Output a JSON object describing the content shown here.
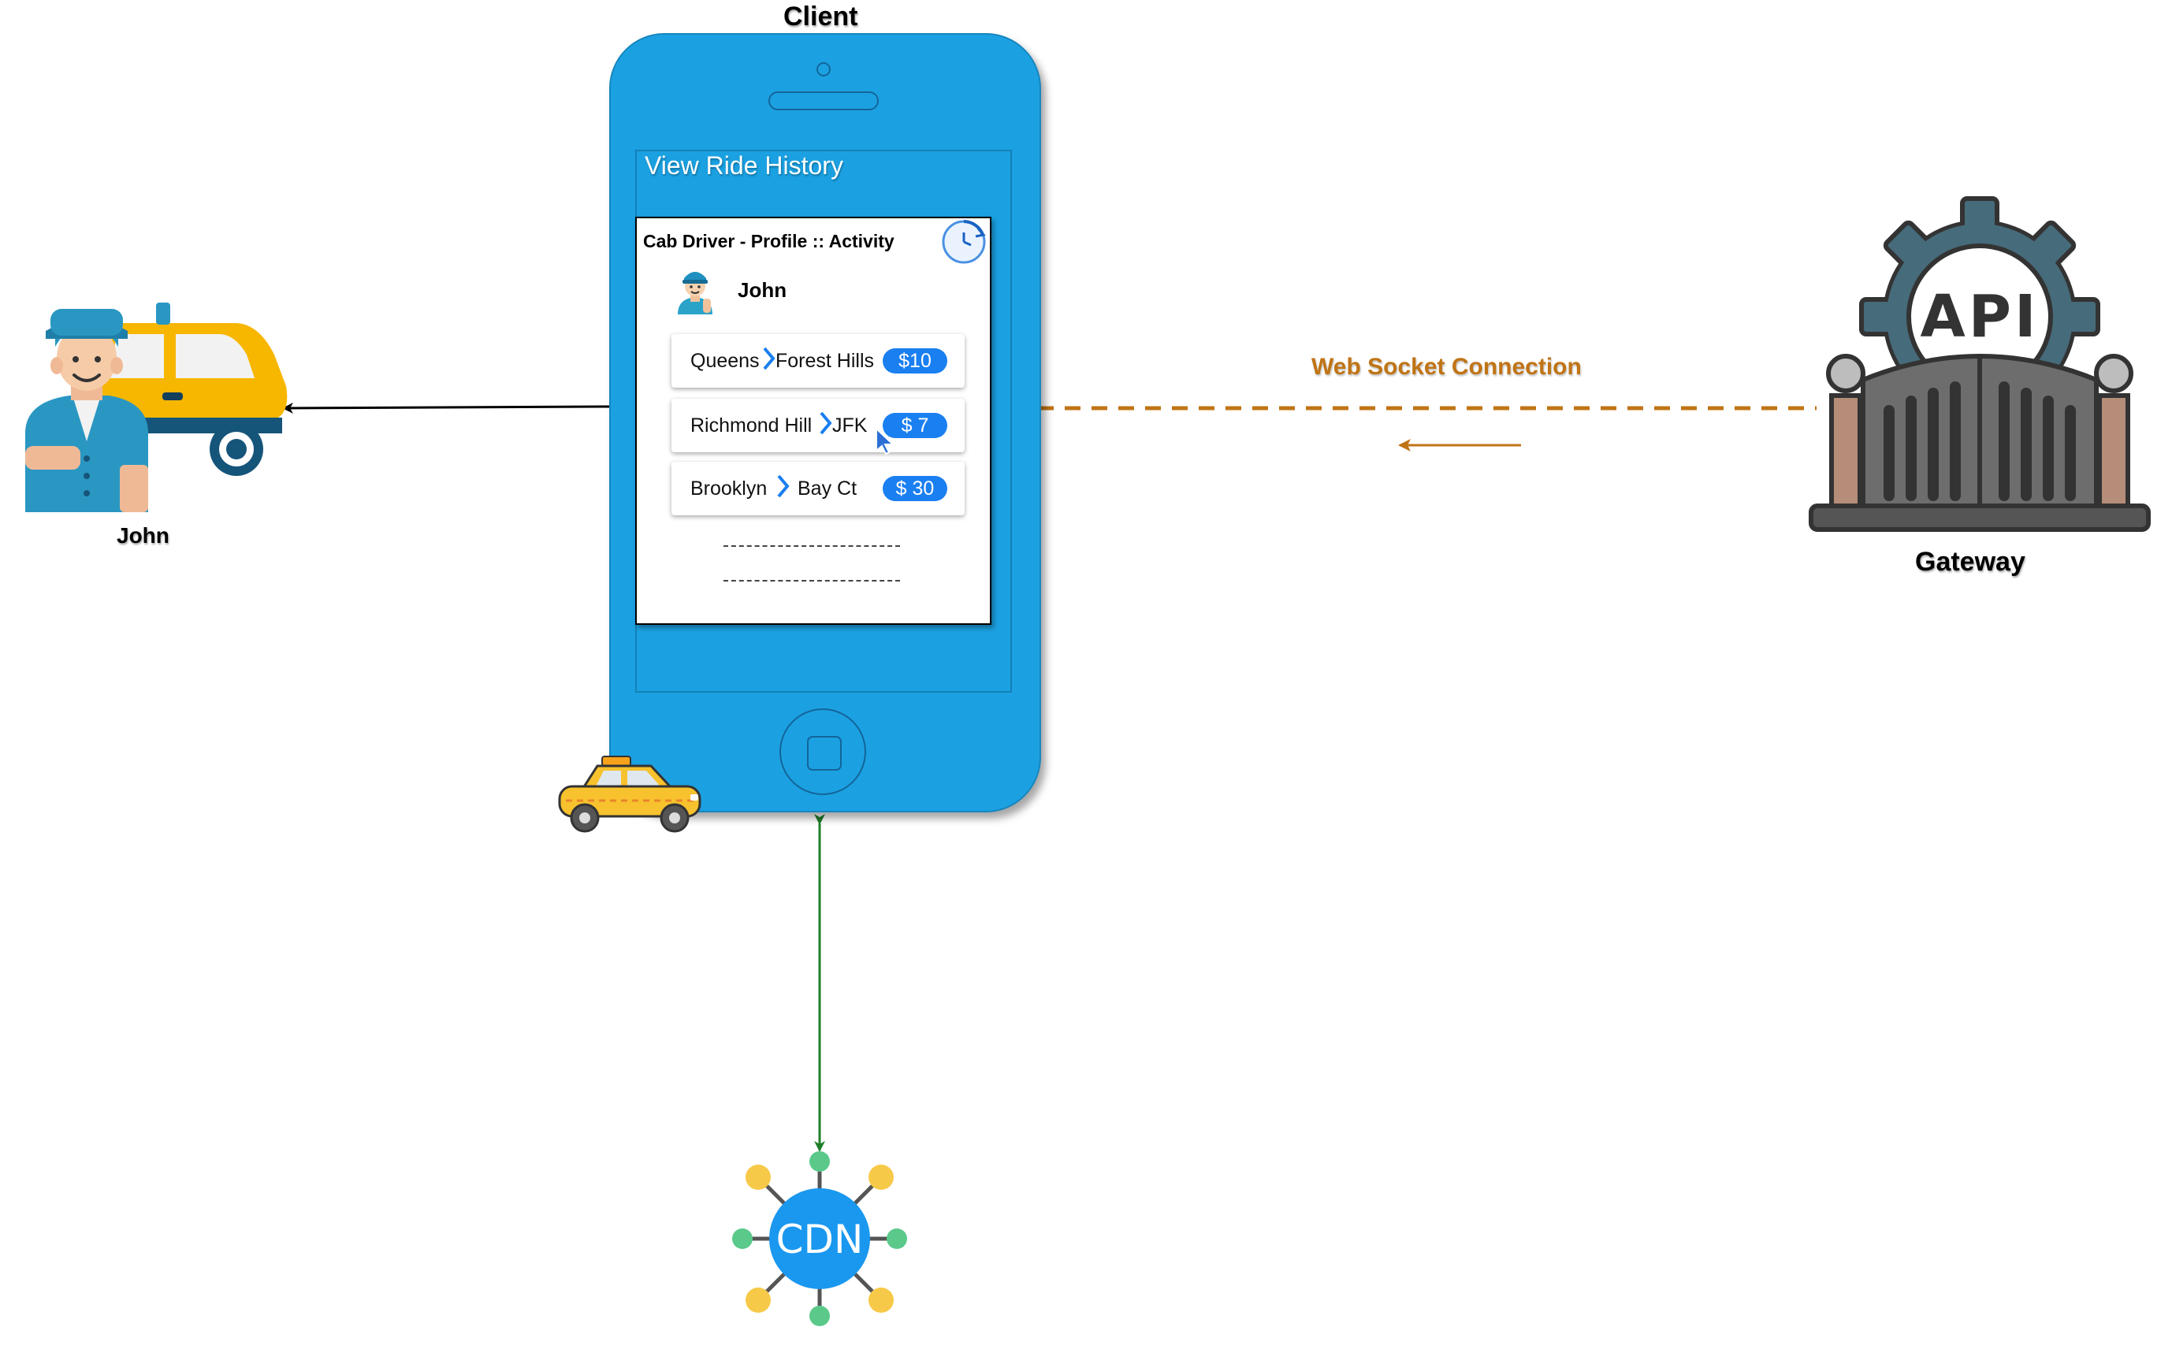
{
  "client": {
    "title": "Client"
  },
  "driver": {
    "name": "John"
  },
  "gateway": {
    "title": "Gateway",
    "badge": "API"
  },
  "connection": {
    "label": "Web Socket Connection"
  },
  "cdn": {
    "label": "CDN"
  },
  "app": {
    "header": "View Ride History",
    "panel_title": "Cab Driver - Profile :: Activity",
    "profile_name": "John",
    "rides": [
      {
        "from": "Queens",
        "to": "Forest Hills",
        "fare": "$10"
      },
      {
        "from": "Richmond Hill",
        "to": "JFK",
        "fare": "$ 7"
      },
      {
        "from": "Brooklyn",
        "to": "Bay Ct",
        "fare": "$ 30"
      }
    ]
  },
  "colors": {
    "phone": "#1ba1e2",
    "websocket": "#c07415",
    "cdn_link": "#1f7f2b",
    "fare_badge": "#1a7ff0"
  }
}
